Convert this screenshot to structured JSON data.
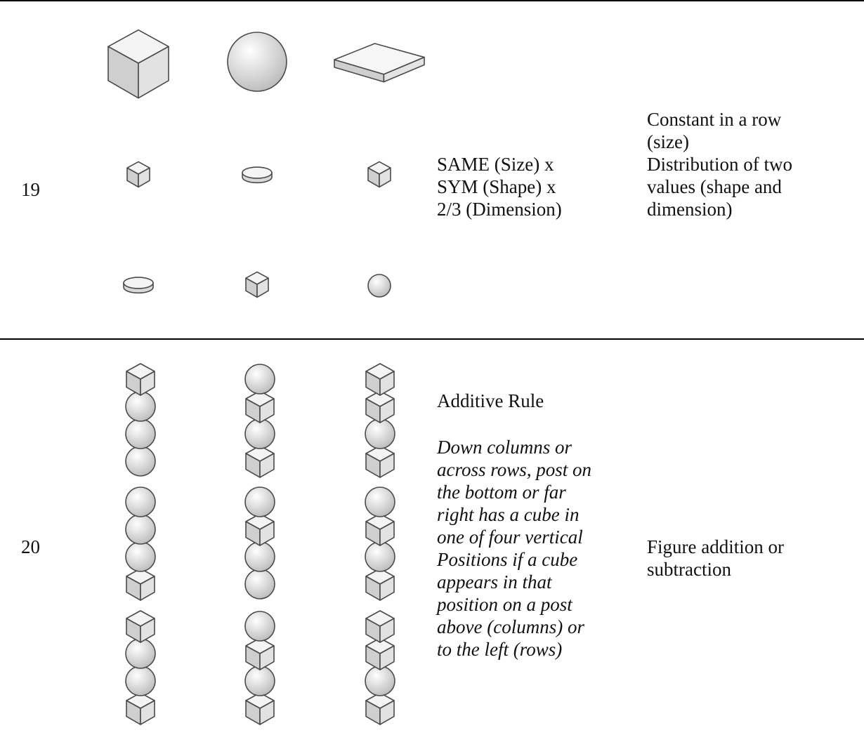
{
  "rows": [
    {
      "number": "19",
      "matrix": [
        [
          {
            "shape": "cube",
            "size": "large"
          },
          {
            "shape": "sphere",
            "size": "large"
          },
          {
            "shape": "slab",
            "size": "large"
          }
        ],
        [
          {
            "shape": "cube",
            "size": "small"
          },
          {
            "shape": "disc",
            "size": "small"
          },
          {
            "shape": "cube",
            "size": "small"
          }
        ],
        [
          {
            "shape": "disc",
            "size": "small"
          },
          {
            "shape": "cube",
            "size": "small"
          },
          {
            "shape": "sphere",
            "size": "small"
          }
        ]
      ],
      "rule": "SAME (Size) x\nSYM (Shape) x\n2/3 (Dimension)",
      "description": "Constant in a row\n(size)\nDistribution of two\nvalues (shape and\ndimension)"
    },
    {
      "number": "20",
      "matrix": [
        [
          [
            "cube",
            "sphere",
            "sphere",
            "sphere"
          ],
          [
            "sphere",
            "cube",
            "sphere",
            "cube"
          ],
          [
            "cube",
            "cube",
            "sphere",
            "cube"
          ]
        ],
        [
          [
            "sphere",
            "sphere",
            "sphere",
            "cube"
          ],
          [
            "sphere",
            "cube",
            "sphere",
            "sphere"
          ],
          [
            "sphere",
            "cube",
            "sphere",
            "cube"
          ]
        ],
        [
          [
            "cube",
            "sphere",
            "sphere",
            "cube"
          ],
          [
            "sphere",
            "cube",
            "sphere",
            "cube"
          ],
          [
            "cube",
            "cube",
            "sphere",
            "cube"
          ]
        ]
      ],
      "rule_title": "Additive Rule",
      "rule_detail": "Down columns or\nacross rows, post on\nthe bottom or far\nright has a cube in\none of four vertical\nPositions if a cube\nappears in that\nposition on a post\nabove (columns) or\nto the left (rows)",
      "description": "Figure addition or\nsubtraction"
    }
  ]
}
